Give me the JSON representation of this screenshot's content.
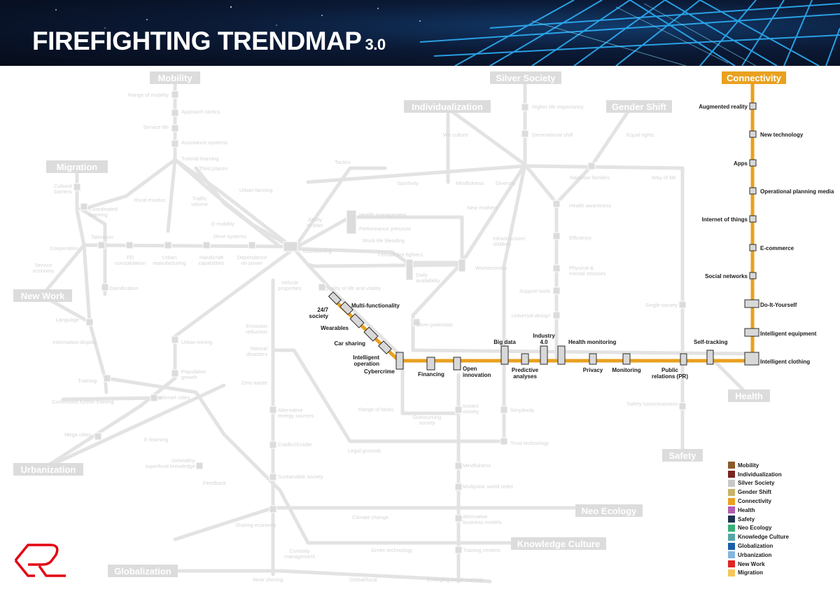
{
  "header": {
    "title": "FIREFIGHTING TRENDMAP",
    "version": "3.0"
  },
  "terminals": {
    "mobility": "Mobility",
    "silver_society": "Silver Society",
    "connectivity": "Connectivity",
    "individualization": "Individualization",
    "gender_shift": "Gender Shift",
    "migration": "Migration",
    "new_work": "New Work",
    "urbanization": "Urbanization",
    "health": "Health",
    "safety": "Safety",
    "neo_ecology": "Neo Ecology",
    "knowledge_culture": "Knowledge Culture",
    "globalization": "Globalization"
  },
  "connectivity_stations": {
    "augmented_reality": "Augmented reality",
    "new_technology": "New technology",
    "apps": "Apps",
    "operational_planning_media": "Operational planning media",
    "internet_of_things": "Internet of things",
    "e_commerce": "E-commerce",
    "social_networks": "Social networks",
    "do_it_yourself": "Do-It-Yourself",
    "intelligent_equipment": "Intelligent equipment",
    "intelligent_clothing": "Intelligent clothing",
    "self_tracking": "Self-tracking",
    "public_relations": "Public relations (PR)",
    "monitoring": "Monitoring",
    "privacy": "Privacy",
    "health_monitoring": "Health monitoring",
    "industry_4_0": "Industry 4.0",
    "predictive_analyses": "Predictive analyses",
    "big_data": "Big data",
    "open_innovation": "Open innovation",
    "financing": "Financing",
    "cybercrime": "Cybercrime",
    "intelligent_operation": "Intelligent operation",
    "car_sharing": "Car sharing",
    "wearables": "Wearables",
    "multi_functionality": "Multi-functionality",
    "society_24_7": "24/7 society"
  },
  "stations": {
    "range_of_mobility": "Range of mobility",
    "approach_tactics": "Approach tactics",
    "service_life": "Service life",
    "assistance_systems": "Assistance systems",
    "tutorial_learning": "Tutorial learning",
    "third_places": "Third places",
    "urban_farming": "Urban farming",
    "rural_exodus": "Rural exodus",
    "traffic_volume": "Traffic volume",
    "e_mobility": "E-mobility",
    "drive_systems": "Drive systems",
    "cultural_barriers": "Cultural barriers",
    "coordinated_learning": "Coordinated learning",
    "talentism": "Talentism",
    "cooperation": "Cooperation",
    "fd_consolidation": "FD consolidation",
    "urban_manufacturing": "Urban manufacturing",
    "handicraft_capabilities": "Handicraft capabilities",
    "dependence_on_power": "Dependence on power",
    "service_economy": "Service economy",
    "gamification": "Gamification",
    "language": "Language",
    "information_display": "Information display",
    "training": "Training",
    "continuous_further_training": "Continuous further training",
    "smart_cities": "Smart cities",
    "mega_cities": "Mega cities",
    "e_learning": "E-learning",
    "unhealthy_knowledge": "Unhealthy superficial knowledge",
    "feedback": "Feedback",
    "sharing_economy": "Sharing economy",
    "curiosity_management": "Curiosity management",
    "near_shoring": "Near shoring",
    "global_local": "Global/local",
    "green_technology": "Green technology",
    "training_centers": "Training centers",
    "emerging_world_markets": "Emerging world markets",
    "climate_change": "Climate change",
    "alternative_business_models": "Alternative business models",
    "multipolar_world_order": "Multipolar world order",
    "mindfulness_low": "Mindfulness",
    "legal_grounds": "Legal grounds",
    "trust_technology": "Trust technology",
    "sustainable_society": "Sustainable society",
    "cradle2cradle": "Cradle2Cradle",
    "alternative_energy_sources": "Alternative energy sources",
    "zero_waste": "Zero waste",
    "natural_disasters": "Natural disasters",
    "emission_reduction": "Emission reduction",
    "urban_mining": "Urban mining",
    "population_growth": "Population growth",
    "vehicle_properties": "Vehicle properties",
    "volunteering": "Volunteering",
    "ability_to_plan": "Ability to plan",
    "tactics": "Tactics",
    "quality_of_life": "Quality of life and vitality",
    "health_management": "Health management",
    "performance_pressure": "Performance pressure",
    "work_life_blending": "Work-life blending",
    "female_fire_fighters": "Female fire fighters",
    "daily_availability": "Daily availability",
    "womenomics": "Womenomics",
    "silver_potentials": "Silver potentials",
    "range_of_tasks": "Range of tasks",
    "outsourcing_society": "Outsourcing society",
    "instant_society": "Instant society",
    "simplexity": "Simplexity",
    "sportivity": "Sportivity",
    "mindfulness_top": "Mindfulness",
    "diversity": "Diversity",
    "we_culture": "We culture",
    "higher_life_expectancy": "Higher life expectancy",
    "generational_shift": "Generational shift",
    "equal_rights": "Equal rights",
    "rainbow_families": "Rainbow families",
    "way_of_life": "Way of life",
    "new_mothers": "New mothers",
    "infrastructure_children": "Infrastructure/ children",
    "health_awareness": "Health awareness",
    "efficiency": "Efficiency",
    "physical_mental_stresses": "Physical & mental stresses",
    "support_tools": "Support tools",
    "universal_design": "Universal design",
    "single_society": "Single society",
    "safety_consciousness": "Safety consciousness"
  },
  "legend": [
    {
      "label": "Mobility",
      "color": "#8a5a2b"
    },
    {
      "label": "Individualization",
      "color": "#7a2420"
    },
    {
      "label": "Silver Society",
      "color": "#c8c8c8"
    },
    {
      "label": "Gender Shift",
      "color": "#c7b46a"
    },
    {
      "label": "Connectivity",
      "color": "#e9a11f"
    },
    {
      "label": "Health",
      "color": "#b25db0"
    },
    {
      "label": "Safety",
      "color": "#1e3350"
    },
    {
      "label": "Neo Ecology",
      "color": "#39b07a"
    },
    {
      "label": "Knowledge Culture",
      "color": "#57a6a6"
    },
    {
      "label": "Globalization",
      "color": "#1a5fa8"
    },
    {
      "label": "Urbanization",
      "color": "#84b7e0"
    },
    {
      "label": "New Work",
      "color": "#e02525"
    },
    {
      "label": "Migration",
      "color": "#f5c65a"
    }
  ],
  "colors": {
    "connectivity_line": "#e9a11f",
    "gray_line": "#e3e3e3",
    "terminal_box": "#dcdcdc",
    "logo": "#e30613"
  }
}
